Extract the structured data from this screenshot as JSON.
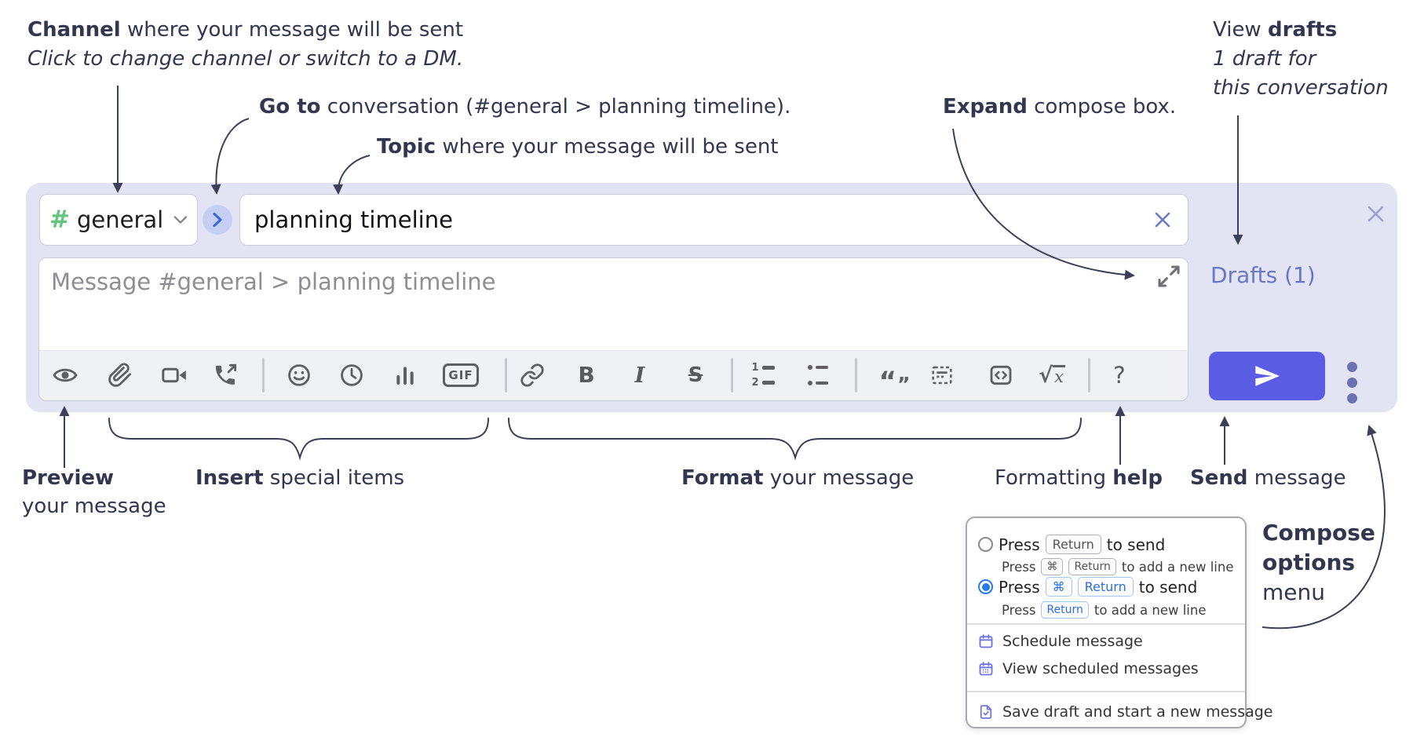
{
  "annotations": {
    "channel_bold": "Channel",
    "channel_rest": " where your message will be sent",
    "channel_sub": "Click to change channel or switch to a DM.",
    "goto_bold": "Go to",
    "goto_rest": " conversation (#general > planning timeline).",
    "topic_bold": "Topic",
    "topic_rest": " where your message will be sent",
    "expand_bold": "Expand",
    "expand_rest": " compose box.",
    "drafts_pre": "View ",
    "drafts_bold": "drafts",
    "drafts_sub1": "1 draft for",
    "drafts_sub2": "this conversation",
    "preview_bold": "Preview",
    "preview_rest": "your message",
    "insert_bold": "Insert",
    "insert_rest": " special items",
    "format_bold": "Format",
    "format_rest": " your message",
    "fmthelp_pre": "Formatting ",
    "fmthelp_bold": "help",
    "send_bold": "Send",
    "send_rest": " message",
    "compose_bold1": "Compose",
    "compose_bold2": "options",
    "compose_rest": "menu"
  },
  "compose": {
    "channel_hash": "#",
    "channel_name": "general",
    "topic_value": "planning timeline",
    "message_placeholder": "Message #general > planning timeline",
    "drafts_label": "Drafts (1)",
    "toolbar_labels": {
      "gif": "GIF",
      "bold": "B",
      "italic": "I",
      "strike": "S",
      "math_sqrt": "√",
      "math_x": "x",
      "quote_open": "“",
      "quote_close": "”",
      "ol_num1": "1",
      "ol_num2": "2",
      "help": "?"
    }
  },
  "menu": {
    "opt1_pre": "Press",
    "opt1_key1": "Return",
    "opt1_post": "to send",
    "opt1_sub_pre": "Press",
    "opt1_sub_key1": "⌘",
    "opt1_sub_key2": "Return",
    "opt1_sub_post": "to add a new line",
    "opt2_pre": "Press",
    "opt2_key1": "⌘",
    "opt2_key2": "Return",
    "opt2_post": "to send",
    "opt2_sub_pre": "Press",
    "opt2_sub_key1": "Return",
    "opt2_sub_post": "to add a new line",
    "item_schedule": "Schedule message",
    "item_view_scheduled": "View scheduled messages",
    "item_save_draft": "Save draft and start a new message"
  },
  "colors": {
    "compose_bg": "#e2e4f3",
    "accent_send": "#5a5ce4",
    "drafts_link": "#6877c6",
    "channel_hash_green": "#63c47e",
    "goto_circle": "#c5cff4",
    "goto_chevron": "#3f66dc",
    "radio_selected_blue": "#2979ee",
    "kbd_blue": "#2b6fe3",
    "menu_icon_purple": "#6f74dc",
    "toolbar_icon_gray": "#5f5f63",
    "annotation_ink": "#32364f"
  }
}
